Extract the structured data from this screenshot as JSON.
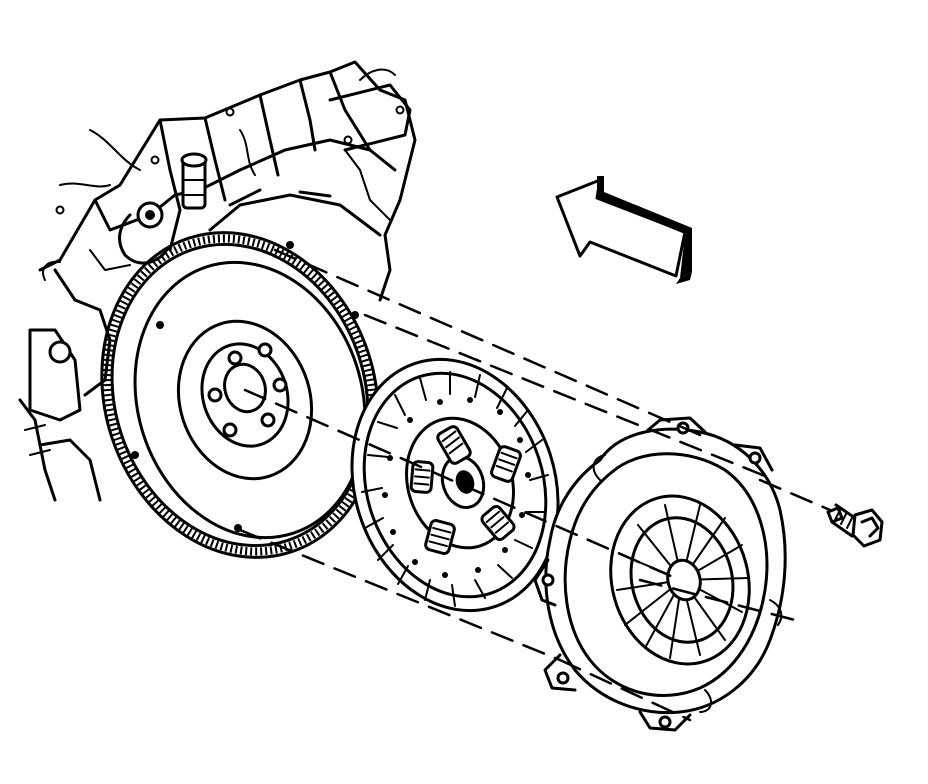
{
  "diagram": {
    "ink_color": "#000000",
    "background_color": "#ffffff",
    "components": [
      {
        "id": "engine-block",
        "icon": "engine-block-outline"
      },
      {
        "id": "flywheel",
        "icon": "ring-gear-flywheel"
      },
      {
        "id": "clutch-disc",
        "icon": "friction-disc-with-springs"
      },
      {
        "id": "pressure-plate",
        "icon": "clutch-cover-assembly"
      },
      {
        "id": "bolt",
        "icon": "hex-bolt"
      },
      {
        "id": "direction-arrow",
        "icon": "assembly-direction-arrow"
      }
    ]
  }
}
